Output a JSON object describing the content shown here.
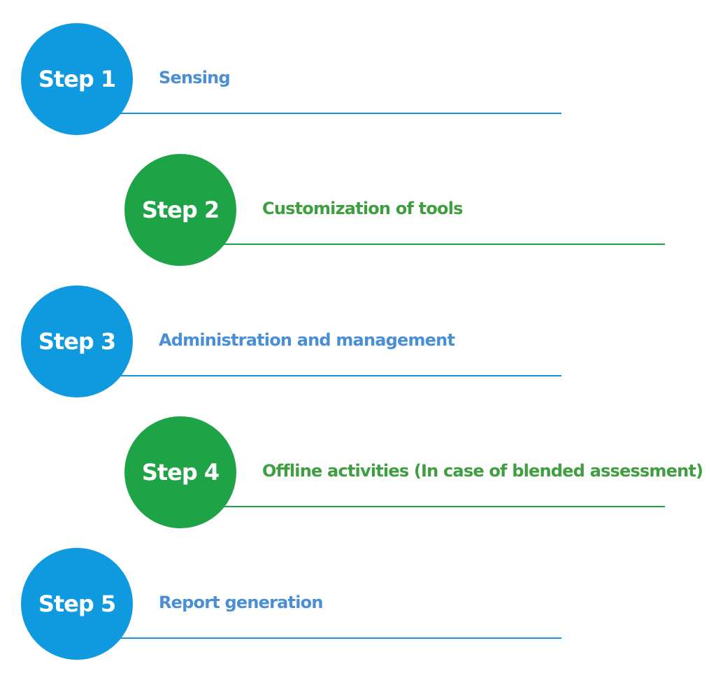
{
  "colors": {
    "blue": "#0f9ae0",
    "green": "#1fa347",
    "blue_text": "#4a8fd6",
    "green_text": "#3f9e3f"
  },
  "steps": [
    {
      "badge": "Step 1",
      "label": "Sensing",
      "color": "blue"
    },
    {
      "badge": "Step 2",
      "label": "Customization of tools",
      "color": "green"
    },
    {
      "badge": "Step 3",
      "label": "Administration and management",
      "color": "blue"
    },
    {
      "badge": "Step 4",
      "label": "Offline activities (In case of blended assessment)",
      "color": "green"
    },
    {
      "badge": "Step 5",
      "label": "Report generation",
      "color": "blue"
    }
  ]
}
